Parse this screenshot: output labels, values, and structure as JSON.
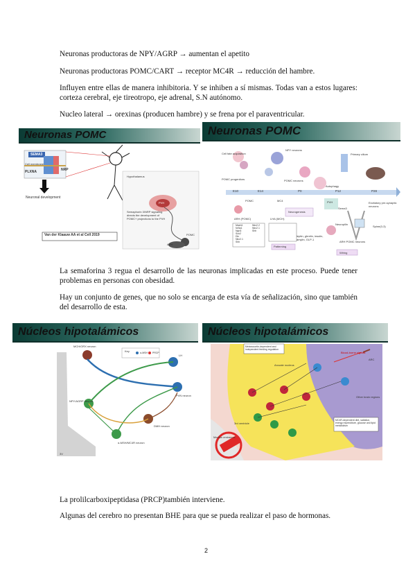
{
  "paragraphs": {
    "p1": "Neuronas productoras de NPY/AGRP → aumentan el apetito",
    "p2": "Neuronas productoras POMC/CART → receptor MC4R → reducción del hambre.",
    "p3": "Influyen entre ellas de manera inhibitoria. Y se inhiben a sí mismas. Todas van a estos lugares: corteza cerebral, eje tireotropo, eje adrenal, S.N autónomo.",
    "p4": "Nucleo lateral → orexinas (producen hambre) y se frena por el paraventricular.",
    "p5": "La semaforina 3 regua el desarrollo de las neuronas implicadas en este proceso. Puede tener problemas en personas con obesidad.",
    "p6": "Hay un conjunto de genes, que no solo se encarga de esta vía de señalización, sino que también del desarrollo de esta.",
    "p7": " La prolilcarboxipeptidasa (PRCP)también interviene.",
    "p8": "Algunas del cerebro no presentan BHE para que se pueda realizar el paso de hormonas."
  },
  "slides": {
    "pomc1": {
      "title": "Neuronas POMC",
      "labels": {
        "sema3": "SEMA3",
        "plxna": "PLXNA",
        "nrp": "NRP",
        "cell_membrane": "Cell membrane",
        "neuronal_dev": "Neuronal development",
        "hypothalamus": "Hypothalamus",
        "pvh": "PVH",
        "caption": "Semaphorin 3/NRP signaling directs the development of POMC+ projections to the PVH",
        "arh": "ARH",
        "pomc": "POMC",
        "citation": "Van der Klaauw AA et al Cell 2019"
      }
    },
    "pomc2": {
      "title": "Neuronas POMC",
      "labels": {
        "cell_fate": "Cell fate acquisition",
        "npy": "NPY neurons",
        "primary_cilium": "Primary cilium",
        "pomc_prog": "POMC progenitors",
        "pomc_neurons": "POMC neurons",
        "autophagy": "Autophagy",
        "e10": "E10",
        "e14": "E14",
        "p0": "P0",
        "p12": "P12",
        "p28": "P28",
        "pomc": "POMC",
        "mc4": "MC4",
        "arh_pomc": "ARH (POMC)",
        "lha_mch": "LHA (MCH)",
        "neurogenesis": "Neurogenesis",
        "pvh": "PVH",
        "sema3": "Sema3",
        "excitatory": "Excitatory pre-synaptic neurons",
        "neuropilin": "Neuropilin",
        "spine": "Spine(0-3)",
        "arh_pomc2": "ARH POMC neurons",
        "leptin": "leptin, ghrelin, insulin, amylin, GLP-1",
        "patterning": "Patterning",
        "wiring": "Wiring",
        "genes_a": [
          "Mash1",
          "Nr5a1",
          "Ngn3",
          "Sox2",
          "Dlx",
          "Nkx2.1",
          "Shh"
        ],
        "genes_b": [
          "Nkx2.2",
          "Nkx2.1",
          "Shh"
        ]
      }
    },
    "nuc1": {
      "title": "Núcleos hipotalámicos",
      "labels": {
        "key": "Key",
        "key_msh": "α-MSH",
        "key_prcp": "PRCP",
        "mch": "MCH/ORX neuron",
        "lh": "LH",
        "pvn": "PVN neuron",
        "npy": "NPY/AGRP neuron",
        "dmh": "DMH neuron",
        "msh": "α-MSH/MC4R neuron",
        "v3": "3V"
      }
    },
    "nuc2": {
      "title": "Núcleos hipotalámicos",
      "labels": {
        "top_note": "Melanocortin-dependent and independent feeding regulation",
        "arcuate": "Arcuate nucleus",
        "blood": "Blood-borne signals",
        "arc": "ARC",
        "other": "Other brain regions",
        "v3": "3rd ventricle",
        "median": "Median eminence",
        "mc4r": "MC4R-dependent diet, satiation, energy expenditure, glucose and lipid metabolism"
      }
    }
  },
  "page_number": "2",
  "colors": {
    "banner_dark": "#0b3b34",
    "banner_light": "#c8d6d1"
  }
}
